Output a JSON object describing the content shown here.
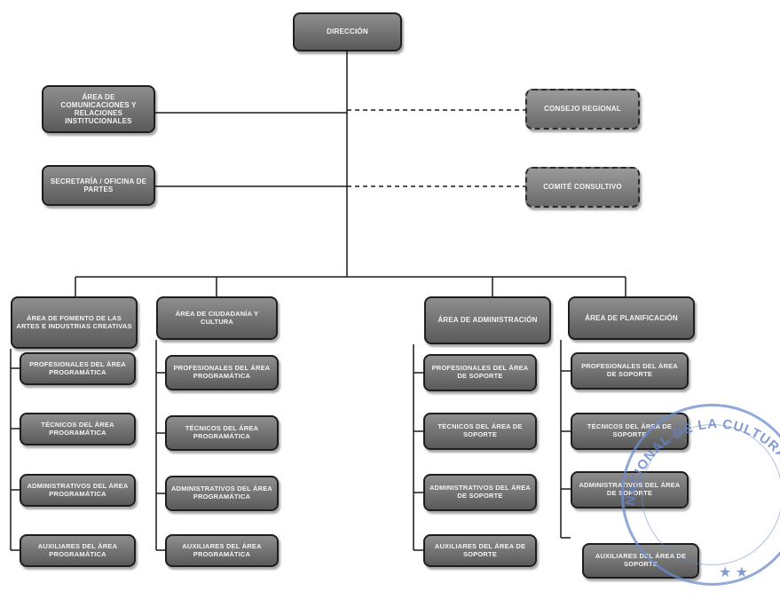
{
  "nodes": {
    "direccion": "DIRECCIÓN",
    "comunicaciones": "ÁREA DE COMUNICACIONES Y RELACIONES INSTITUCIONALES",
    "consejo": "CONSEJO REGIONAL",
    "secretaria": "SECRETARÍA / OFICINA DE PARTES",
    "comite": "COMITÉ CONSULTIVO",
    "fomento": "ÁREA DE FOMENTO DE LAS ARTES E INDUSTRIAS CREATIVAS",
    "ciudadania": "ÁREA DE CIUDADANÍA Y CULTURA",
    "administracion": "ÁREA DE ADMINISTRACIÓN",
    "planificacion": "ÁREA DE PLANIFICACIÓN"
  },
  "columns": [
    {
      "items": [
        "PROFESIONALES DEL ÁREA PROGRAMÁTICA",
        "TÉCNICOS DEL ÁREA PROGRAMÁTICA",
        "ADMINISTRATIVOS DEL ÁREA PROGRAMÁTICA",
        "AUXILIARES DEL ÁREA PROGRAMÁTICA"
      ]
    },
    {
      "items": [
        "PROFESIONALES DEL ÁREA PROGRAMÁTICA",
        "TÉCNICOS DEL ÁREA PROGRAMÁTICA",
        "ADMINISTRATIVOS DEL ÁREA PROGRAMÁTICA",
        "AUXILIARES DEL ÁREA PROGRAMÁTICA"
      ]
    },
    {
      "items": [
        "PROFESIONALES DEL ÁREA DE SOPORTE",
        "TÉCNICOS DEL ÁREA DE SOPORTE",
        "ADMINISTRATIVOS DEL ÁREA DE SOPORTE",
        "AUXILIARES DEL ÁREA DE SOPORTE"
      ]
    },
    {
      "items": [
        "PROFESIONALES DEL ÁREA DE SOPORTE",
        "TÉCNICOS DEL ÁREA DE SOPORTE",
        "ADMINISTRATIVOS DEL ÁREA DE SOPORTE",
        "AUXILIARES DEL ÁREA DE SOPORTE"
      ]
    }
  ],
  "stamp": {
    "text": "NACIONAL DE LA CULTURA Y LAS ARTES"
  },
  "colors": {
    "box_fill": "#6e6e6e",
    "line": "#1a1a1a",
    "stamp": "#6e8ccd"
  }
}
